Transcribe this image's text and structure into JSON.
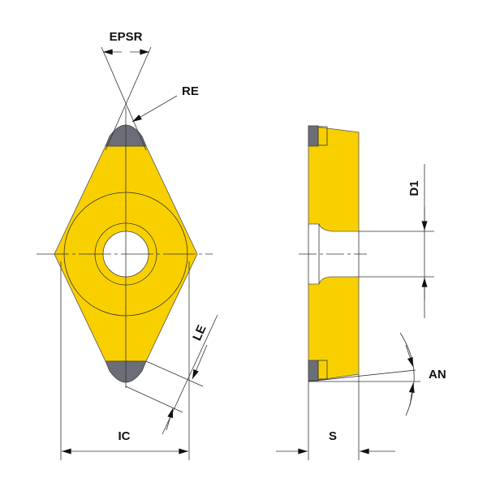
{
  "labels": {
    "epsr": "EPSR",
    "re": "RE",
    "le": "LE",
    "ic": "IC",
    "d1": "D1",
    "an": "AN",
    "s": "S"
  },
  "colors": {
    "insert_body": "#f8d000",
    "cutting_tip": "#6b6e78",
    "lines": "#333333"
  }
}
